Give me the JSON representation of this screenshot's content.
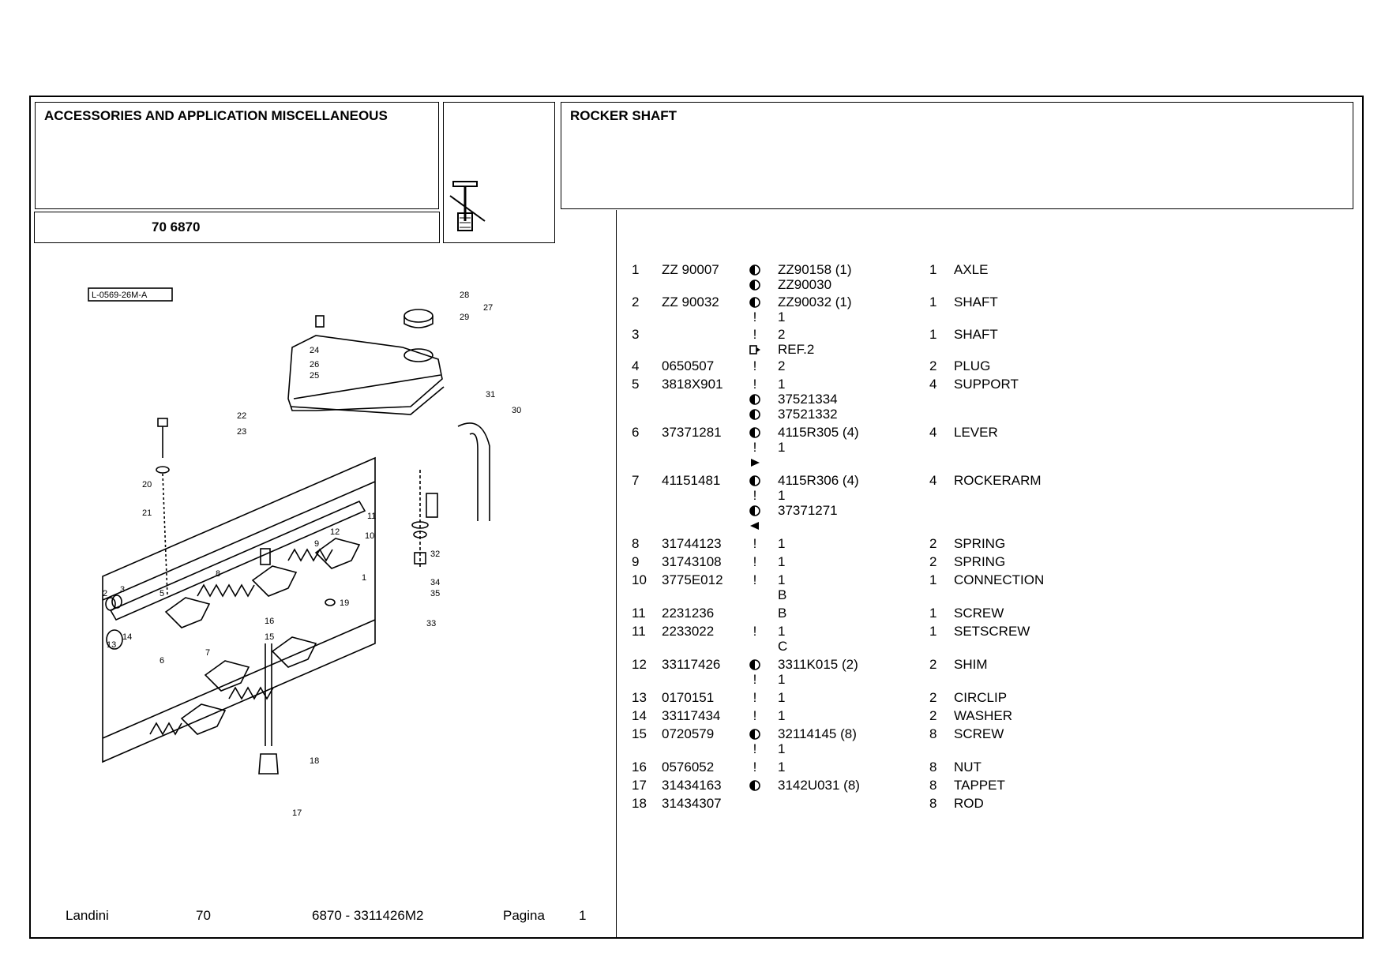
{
  "header": {
    "section_title": "ACCESSORIES AND APPLICATION MISCELLANEOUS",
    "model_code": "70 6870",
    "group_title": "ROCKER SHAFT"
  },
  "diagram": {
    "drawing_ref": "L-0569-26M-A",
    "callouts": [
      "1",
      "2",
      "3",
      "5",
      "6",
      "7",
      "8",
      "9",
      "10",
      "11",
      "12",
      "13",
      "14",
      "15",
      "16",
      "17",
      "18",
      "19",
      "20",
      "21",
      "22",
      "23",
      "24",
      "25",
      "26",
      "27",
      "28",
      "29",
      "30",
      "31",
      "32",
      "33",
      "34",
      "35"
    ]
  },
  "parts": [
    {
      "ref": "1",
      "code": "ZZ 90007",
      "lines": [
        {
          "sym": "circle",
          "alt": "ZZ90158  (1)"
        },
        {
          "sym": "circle",
          "alt": "ZZ90030"
        }
      ],
      "qty": "1",
      "desc": "AXLE"
    },
    {
      "ref": "2",
      "code": "ZZ 90032",
      "lines": [
        {
          "sym": "circle",
          "alt": "ZZ90032  (1)"
        },
        {
          "sym": "bang",
          "alt": "1"
        }
      ],
      "qty": "1",
      "desc": "SHAFT"
    },
    {
      "ref": "3",
      "code": "",
      "lines": [
        {
          "sym": "bang",
          "alt": "2"
        },
        {
          "sym": "pointer",
          "alt": "REF.2"
        }
      ],
      "qty": "1",
      "desc": "SHAFT"
    },
    {
      "ref": "4",
      "code": "0650507",
      "lines": [
        {
          "sym": "bang",
          "alt": "2"
        }
      ],
      "qty": "2",
      "desc": "PLUG"
    },
    {
      "ref": "5",
      "code": "3818X901",
      "lines": [
        {
          "sym": "bang",
          "alt": "1"
        },
        {
          "sym": "circle",
          "alt": "37521334"
        },
        {
          "sym": "circle",
          "alt": "37521332"
        }
      ],
      "qty": "4",
      "desc": "SUPPORT"
    },
    {
      "ref": "6",
      "code": "37371281",
      "lines": [
        {
          "sym": "circle",
          "alt": "4115R305  (4)"
        },
        {
          "sym": "bang",
          "alt": "1"
        },
        {
          "sym": "tri-right",
          "alt": ""
        }
      ],
      "qty": "4",
      "desc": "LEVER"
    },
    {
      "ref": "7",
      "code": "41151481",
      "lines": [
        {
          "sym": "circle",
          "alt": "4115R306  (4)"
        },
        {
          "sym": "bang",
          "alt": "1"
        },
        {
          "sym": "circle",
          "alt": "37371271"
        },
        {
          "sym": "tri-left",
          "alt": ""
        }
      ],
      "qty": "4",
      "desc": "ROCKERARM"
    },
    {
      "ref": "8",
      "code": "31744123",
      "lines": [
        {
          "sym": "bang",
          "alt": "1"
        }
      ],
      "qty": "2",
      "desc": "SPRING"
    },
    {
      "ref": "9",
      "code": "31743108",
      "lines": [
        {
          "sym": "bang",
          "alt": "1"
        }
      ],
      "qty": "2",
      "desc": "SPRING"
    },
    {
      "ref": "10",
      "code": "3775E012",
      "lines": [
        {
          "sym": "bang",
          "alt": "1"
        },
        {
          "sym": "",
          "alt": "B"
        }
      ],
      "qty": "1",
      "desc": "CONNECTION"
    },
    {
      "ref": "11",
      "code": "2231236",
      "lines": [
        {
          "sym": "",
          "alt": "B"
        }
      ],
      "qty": "1",
      "desc": "SCREW"
    },
    {
      "ref": "11",
      "code": "2233022",
      "lines": [
        {
          "sym": "bang",
          "alt": "1"
        },
        {
          "sym": "",
          "alt": "C"
        }
      ],
      "qty": "1",
      "desc": "SETSCREW"
    },
    {
      "ref": "12",
      "code": "33117426",
      "lines": [
        {
          "sym": "circle",
          "alt": "3311K015  (2)"
        },
        {
          "sym": "bang",
          "alt": "1"
        }
      ],
      "qty": "2",
      "desc": "SHIM"
    },
    {
      "ref": "13",
      "code": "0170151",
      "lines": [
        {
          "sym": "bang",
          "alt": "1"
        }
      ],
      "qty": "2",
      "desc": "CIRCLIP"
    },
    {
      "ref": "14",
      "code": "33117434",
      "lines": [
        {
          "sym": "bang",
          "alt": "1"
        }
      ],
      "qty": "2",
      "desc": "WASHER"
    },
    {
      "ref": "15",
      "code": "0720579",
      "lines": [
        {
          "sym": "circle",
          "alt": "32114145  (8)"
        },
        {
          "sym": "bang",
          "alt": "1"
        }
      ],
      "qty": "8",
      "desc": "SCREW"
    },
    {
      "ref": "16",
      "code": "0576052",
      "lines": [
        {
          "sym": "bang",
          "alt": "1"
        }
      ],
      "qty": "8",
      "desc": "NUT"
    },
    {
      "ref": "17",
      "code": "31434163",
      "lines": [
        {
          "sym": "circle",
          "alt": "3142U031  (8)"
        }
      ],
      "qty": "8",
      "desc": "TAPPET"
    },
    {
      "ref": "18",
      "code": "31434307",
      "lines": [
        {
          "sym": "",
          "alt": ""
        }
      ],
      "qty": "8",
      "desc": "ROD"
    }
  ],
  "footer": {
    "brand": "Landini",
    "series": "70",
    "doc": "6870 - 3311426M2",
    "page_label": "Pagina",
    "page_number": "1"
  }
}
